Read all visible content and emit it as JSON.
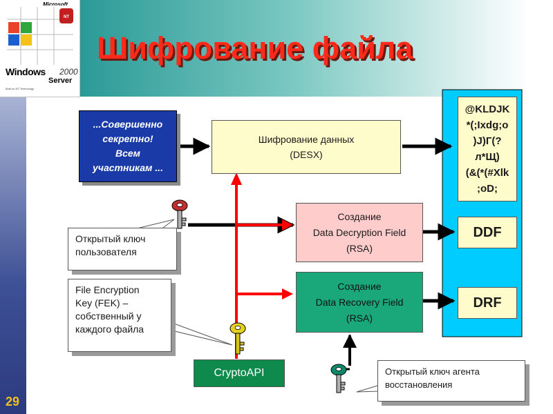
{
  "logo": {
    "brand": "Microsoft",
    "product": "Windows",
    "version": "2000",
    "edition": "Server",
    "tagline": "Built on NT Technology"
  },
  "slide": {
    "title": "Шифрование файла",
    "page_number": "29"
  },
  "plaintext": {
    "lines": [
      "...Совершенно",
      "секретно!",
      "Всем",
      "участникам ..."
    ]
  },
  "encryption": {
    "lines": [
      "Шифрование данных",
      "(DESX)"
    ]
  },
  "ciphertext": {
    "lines": [
      "@KLDJK",
      "*(;Ixdg;o",
      ")J)Г(?",
      "л*Щ)",
      "(&(*(#Xlk",
      ";oD;"
    ]
  },
  "ddf_create": {
    "lines": [
      "Создание",
      "Data Decryption Field",
      "(RSA)"
    ]
  },
  "drf_create": {
    "lines": [
      "Создание",
      "Data Recovery Field",
      "(RSA)"
    ]
  },
  "ddf": {
    "label": "DDF"
  },
  "drf": {
    "label": "DRF"
  },
  "cryptoapi": {
    "label": "CryptoAPI"
  },
  "callouts": {
    "user_key": {
      "lines": [
        "Открытый ключ",
        "пользователя"
      ]
    },
    "fek": {
      "lines": [
        "File Encryption",
        "Key (FEK) –",
        "собственный у",
        "каждого файла"
      ]
    },
    "agent_key": {
      "lines": [
        "Открытый ключ агента",
        "восстановления"
      ]
    }
  },
  "colors": {
    "title": "#ff2a1a",
    "encryption_box": "#fffccc",
    "ddf_create_box": "#ffcccc",
    "drf_create_box": "#1aa87a",
    "ciphertext_panel": "#00ccff",
    "cryptoapi_box": "#0e8a4c",
    "plaintext_box": "#1a3aa8",
    "red_arrow": "#ff0000",
    "key": "#c03030"
  }
}
